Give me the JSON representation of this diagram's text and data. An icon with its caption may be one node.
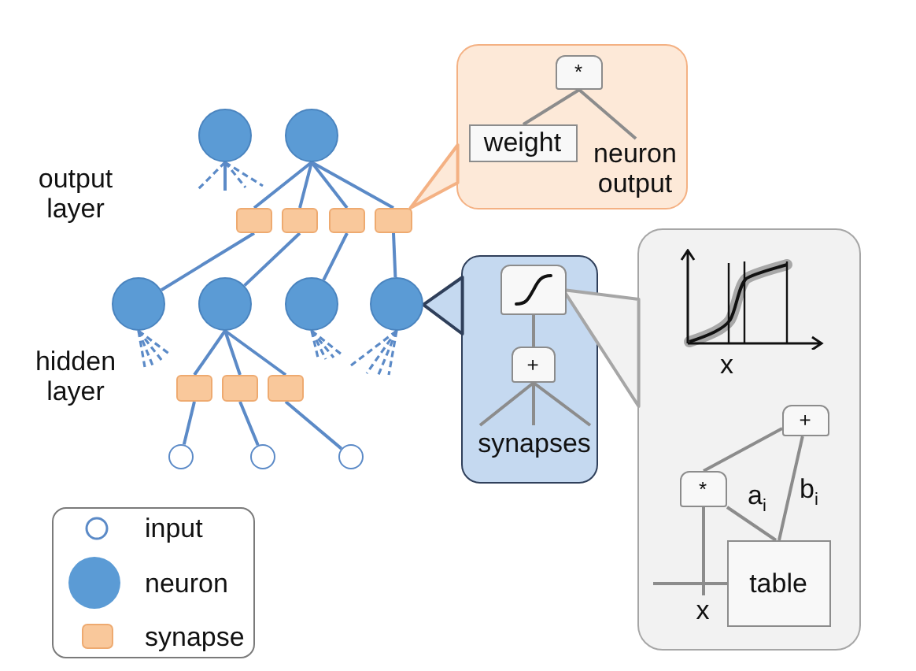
{
  "diagram": {
    "nodes": [
      {
        "text": [],
        "shape": "circle"
      },
      {
        "text": [],
        "shape": "circle"
      },
      {
        "text": [],
        "shape": "callout"
      },
      {
        "text": [
          "*"
        ],
        "in": 2
      },
      {
        "text": [
          "weight"
        ],
        "in": 2
      },
      {
        "text": [
          "neuron output"
        ],
        "in": 2
      },
      {
        "text": [],
        "shape": "box"
      },
      {
        "text": [],
        "shape": "box"
      },
      {
        "text": [],
        "shape": "box"
      },
      {
        "text": [],
        "shape": "box"
      },
      {
        "text": [],
        "shape": "circle"
      },
      {
        "text": [],
        "shape": "circle"
      },
      {
        "text": [],
        "shape": "circle"
      },
      {
        "text": [],
        "shape": "circle"
      },
      {
        "text": [],
        "shape": "callout"
      },
      {
        "text": [],
        "shape": "picture",
        "in": 14
      },
      {
        "text": [
          "+"
        ],
        "in": 14
      },
      {
        "text": [
          "synapses"
        ],
        "in": 14
      },
      {
        "text": [],
        "shape": "callout"
      },
      {
        "text": [],
        "shape": "picture",
        "in": 18,
        "beside": [
          "x"
        ]
      },
      {
        "text": [
          "+"
        ],
        "in": 18
      },
      {
        "text": [
          "*"
        ],
        "in": 18
      },
      {
        "text": [
          "table"
        ],
        "in": 18
      },
      {
        "text": [
          "x"
        ],
        "in": 18
      },
      {
        "text": [],
        "shape": "box"
      },
      {
        "text": [],
        "shape": "box"
      },
      {
        "text": [],
        "shape": "box"
      },
      {
        "text": [],
        "shape": "circle"
      },
      {
        "text": [],
        "shape": "circle"
      },
      {
        "text": [],
        "shape": "circle"
      }
    ],
    "edges": [
      {
        "from": 0,
        "to": null,
        "arrow": "none",
        "style": "dashed"
      },
      {
        "from": 0,
        "to": null,
        "arrow": "none"
      },
      {
        "from": 0,
        "to": null,
        "arrow": "none",
        "style": "dashed"
      },
      {
        "from": 0,
        "to": null,
        "arrow": "none",
        "style": "dashed"
      },
      {
        "from": 1,
        "to": 6,
        "arrow": "none"
      },
      {
        "from": 1,
        "to": 7,
        "arrow": "none"
      },
      {
        "from": 1,
        "to": 8,
        "arrow": "none"
      },
      {
        "from": 1,
        "to": 9,
        "arrow": "none"
      },
      {
        "from": 2,
        "to": 9,
        "arrow": "to",
        "color": "#f4b183"
      },
      {
        "from": 3,
        "to": 4,
        "arrow": "none",
        "color": "#8c8c8c"
      },
      {
        "from": 3,
        "to": 5,
        "arrow": "none",
        "color": "#8c8c8c"
      },
      {
        "from": 6,
        "to": 10,
        "arrow": "none"
      },
      {
        "from": 7,
        "to": 11,
        "arrow": "none"
      },
      {
        "from": 8,
        "to": 12,
        "arrow": "none"
      },
      {
        "from": 9,
        "to": 13,
        "arrow": "none"
      },
      {
        "from": 14,
        "to": 13,
        "arrow": "to",
        "color": "#2f3f5a"
      },
      {
        "from": 10,
        "to": null,
        "arrow": "none",
        "style": "dashed"
      },
      {
        "from": 10,
        "to": null,
        "arrow": "none",
        "style": "dashed"
      },
      {
        "from": 10,
        "to": null,
        "arrow": "none",
        "style": "dashed"
      },
      {
        "from": 10,
        "to": null,
        "arrow": "none",
        "style": "dashed"
      },
      {
        "from": 11,
        "to": 24,
        "arrow": "none"
      },
      {
        "from": 11,
        "to": 25,
        "arrow": "none"
      },
      {
        "from": 11,
        "to": 26,
        "arrow": "none"
      },
      {
        "from": 12,
        "to": null,
        "arrow": "none",
        "style": "dashed"
      },
      {
        "from": 12,
        "to": null,
        "arrow": "none",
        "style": "dashed"
      },
      {
        "from": 12,
        "to": null,
        "arrow": "none",
        "style": "dashed"
      },
      {
        "from": 12,
        "to": null,
        "arrow": "none",
        "style": "dashed"
      },
      {
        "from": 13,
        "to": null,
        "arrow": "none",
        "style": "dashed"
      },
      {
        "from": 13,
        "to": null,
        "arrow": "none",
        "style": "dashed"
      },
      {
        "from": 13,
        "to": null,
        "arrow": "none",
        "style": "dashed"
      },
      {
        "from": 13,
        "to": null,
        "arrow": "none",
        "style": "dashed"
      },
      {
        "from": 24,
        "to": 27,
        "arrow": "none"
      },
      {
        "from": 25,
        "to": 28,
        "arrow": "none"
      },
      {
        "from": 26,
        "to": 29,
        "arrow": "none"
      },
      {
        "from": 15,
        "to": 16,
        "arrow": "none",
        "color": "#8c8c8c"
      },
      {
        "from": 16,
        "to": 17,
        "arrow": "none",
        "color": "#8c8c8c"
      },
      {
        "from": 16,
        "to": 17,
        "arrow": "none",
        "color": "#8c8c8c"
      },
      {
        "from": 16,
        "to": 17,
        "arrow": "none",
        "color": "#8c8c8c"
      },
      {
        "from": 15,
        "to": 18,
        "arrow": "to",
        "color": "#a6a6a6"
      },
      {
        "from": 21,
        "to": 20,
        "arrow": "none",
        "color": "#8c8c8c"
      },
      {
        "from": 21,
        "to": 22,
        "arrow": "none",
        "label": "a$_{i}$",
        "color": "#8c8c8c"
      },
      {
        "from": 20,
        "to": 22,
        "arrow": "none",
        "label": "b$_{i}$",
        "color": "#8c8c8c"
      },
      {
        "from": 23,
        "to": 21,
        "arrow": "none",
        "color": "#8c8c8c"
      },
      {
        "from": 23,
        "to": 22,
        "arrow": "none",
        "color": "#8c8c8c"
      }
    ],
    "labels": [
      "output layer",
      "hidden layer"
    ],
    "legend": [
      {
        "text": "input"
      },
      {
        "text": "neuron",
        "color": "#5b9bd5"
      },
      {
        "text": "synapse",
        "color": "#f9c89b"
      }
    ]
  }
}
